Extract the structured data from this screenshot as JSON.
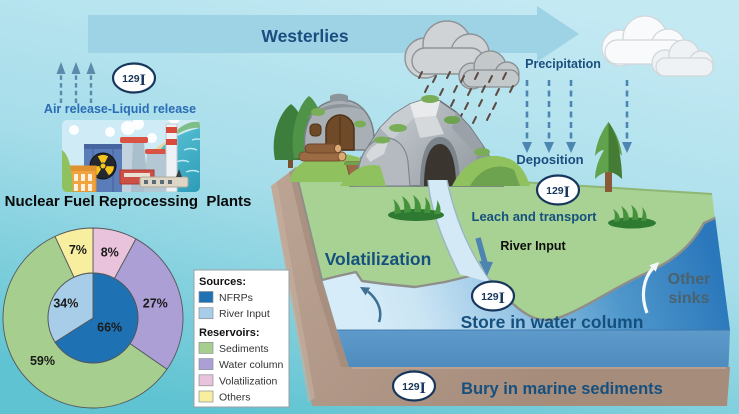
{
  "scene": {
    "westerlies": "Westerlies",
    "precipitation": "Precipitation",
    "deposition": "Deposition",
    "leach_and_transport": "Leach and transport",
    "river_input": "River Input",
    "volatilization": "Volatilization",
    "store_in_water_column": "Store in water column",
    "bury_in_marine_sediments": "Bury in marine sediments",
    "other_sinks_line1": "Other",
    "other_sinks_line2": "sinks",
    "air_release": "Air release-Liquid release",
    "nfrp_title": "Nuclear Fuel Reprocessing  Plants"
  },
  "isotope": {
    "superscript": "129",
    "symbol": "I"
  },
  "chart_data": {
    "type": "pie",
    "subtype": "nested_donut",
    "center": [
      93,
      318
    ],
    "inner_radius": 45,
    "outer_radius": 90,
    "start_angle_deg": 0,
    "direction": "clockwise_from_top",
    "inner_series": {
      "name": "Sources",
      "slices": [
        {
          "label": "NFRPs",
          "value": 66,
          "display": "66%",
          "color": "#1e72b4"
        },
        {
          "label": "River Input",
          "value": 34,
          "display": "34%",
          "color": "#a8cde8"
        }
      ]
    },
    "outer_series": {
      "name": "Reservoirs",
      "slices": [
        {
          "label": "Volatilization",
          "value": 8,
          "display": "8%",
          "color": "#e9c3dc"
        },
        {
          "label": "Water column",
          "value": 27,
          "display": "27%",
          "color": "#ab9fd6"
        },
        {
          "label": "Sediments",
          "value": 59,
          "display": "59%",
          "color": "#a6cf8f"
        },
        {
          "label": "Others",
          "value": 7,
          "display": "7%",
          "color": "#f7ef9f"
        }
      ]
    },
    "legend": {
      "sections": [
        {
          "header": "Sources:",
          "items": [
            "NFRPs",
            "River Input"
          ]
        },
        {
          "header": "Reservoirs:",
          "items": [
            "Sediments",
            "Water column",
            "Volatilization",
            "Others"
          ]
        }
      ]
    }
  },
  "colors": {
    "label_navy": "#15507e",
    "label_black": "#0d0d0d",
    "label_slate": "#4b626e",
    "label_blue": "#2c72b8",
    "badge_border": "#16365c",
    "badge_text": "#16365c"
  }
}
